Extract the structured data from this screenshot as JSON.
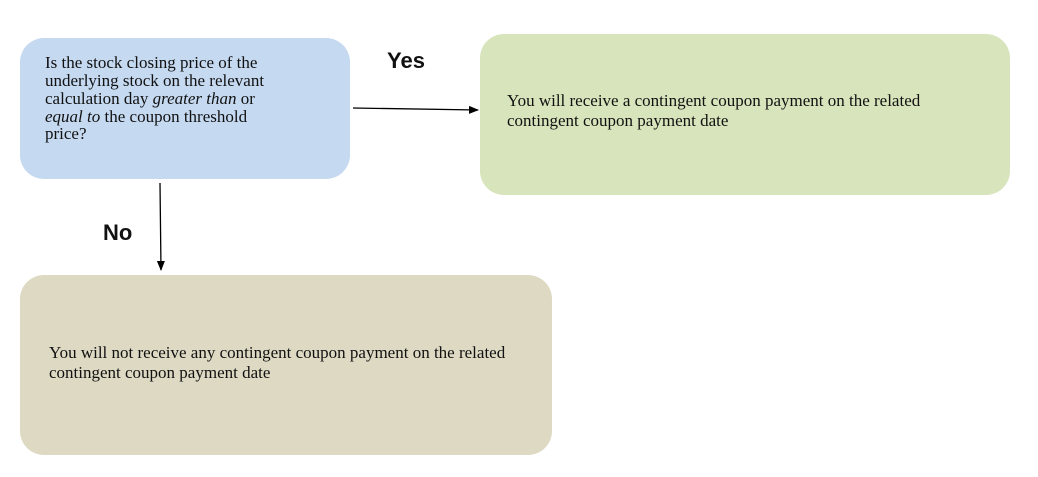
{
  "question": {
    "line1": "Is the stock closing price of the",
    "line2": "underlying stock on the relevant",
    "line3_before": "calculation day ",
    "line3_italic": "greater than",
    "line3_after": " or",
    "line4_italic": "equal to",
    "line4_after": " the coupon threshold",
    "line5": "price?"
  },
  "yes_label": "Yes",
  "no_label": "No",
  "yes_outcome": "You will receive a contingent coupon payment on the related contingent coupon payment date",
  "no_outcome": "You will not receive any contingent coupon payment on the related contingent coupon payment date",
  "colors": {
    "question_fill": "#c5d9f1",
    "yes_fill": "#d8e4bc",
    "no_fill": "#ddd9c3",
    "arrow": "#000000"
  }
}
